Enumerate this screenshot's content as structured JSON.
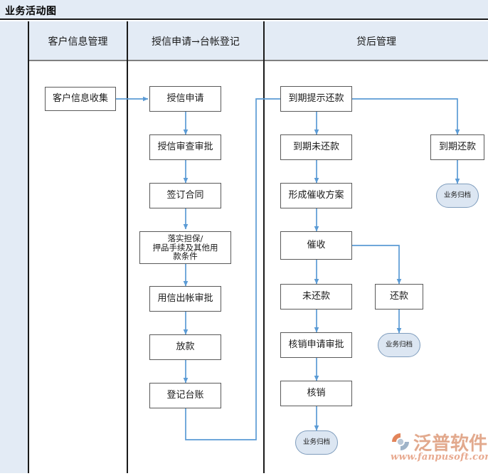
{
  "header": {
    "title": "业务活动图"
  },
  "lanes": [
    {
      "id": "lane-customer",
      "label": "客户信息管理"
    },
    {
      "id": "lane-credit",
      "label": "授信申请→台帐登记"
    },
    {
      "id": "lane-postloan",
      "label": "贷后管理"
    }
  ],
  "nodes": {
    "customer_info_collect": "客户信息收集",
    "credit_apply": "授信申请",
    "credit_review": "授信审查审批",
    "sign_contract": "签订合同",
    "collateral_line1": "落实担保/",
    "collateral_line2": "押品手续及其他用",
    "collateral_line3": "款条件",
    "loan_approval": "用信出帐审批",
    "disburse": "放款",
    "register_ledger": "登记台账",
    "due_remind": "到期提示还款",
    "due_unpaid": "到期未还款",
    "due_repaid": "到期还款",
    "collection_plan": "形成催收方案",
    "collection": "催收",
    "not_repaid": "未还款",
    "repaid": "还款",
    "writeoff_approval": "核销申请审批",
    "writeoff": "核销",
    "archive_1": "业务归档",
    "archive_2": "业务归档",
    "archive_3": "业务归档"
  },
  "logo": {
    "name": "泛普软件",
    "url": "www.fanpusoft.com"
  },
  "colors": {
    "header_fill": "#e3ebf5",
    "band_fill": "#e3ebf5",
    "node_border": "#5a5a5a",
    "node_fill": "#ffffff",
    "terminator_fill": "#dce6f2",
    "terminator_border": "#7f9dbd",
    "connector": "#5b9bd5",
    "frame": "#1a1a1a",
    "logo_text": "#e2a98d"
  }
}
